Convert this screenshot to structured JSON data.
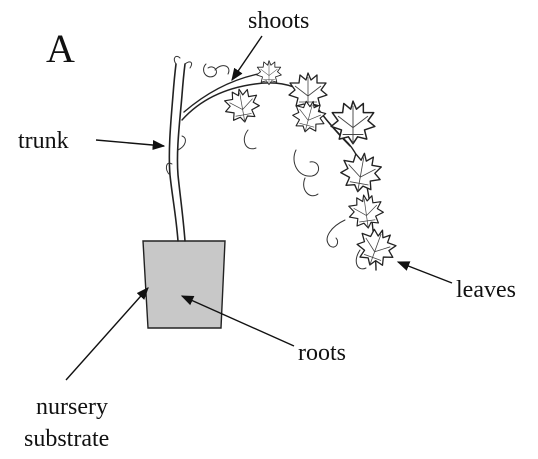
{
  "panel_letter": "A",
  "labels": {
    "shoots": "shoots",
    "trunk": "trunk",
    "leaves": "leaves",
    "roots": "roots",
    "nursery_line1": "nursery",
    "nursery_line2": "substrate"
  },
  "colors": {
    "pot_fill": "#c8c8c8",
    "pot_stroke": "#222222",
    "ink": "#111111"
  }
}
